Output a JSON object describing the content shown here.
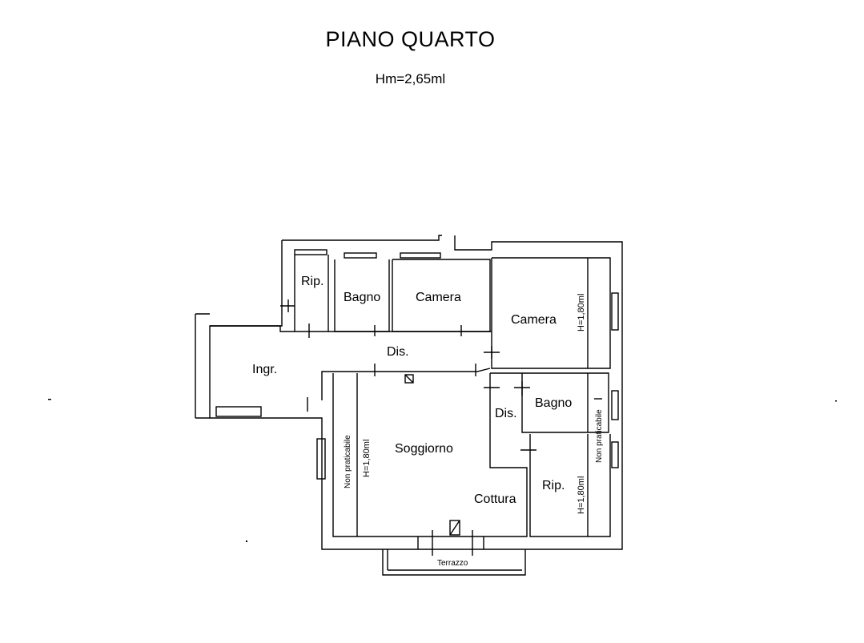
{
  "header": {
    "title": "PIANO QUARTO",
    "subtitle": "Hm=2,65ml"
  },
  "rooms": {
    "rip_top": "Rip.",
    "bagno_top": "Bagno",
    "camera_1": "Camera",
    "camera_2": "Camera",
    "dis_main": "Dis.",
    "ingr": "Ingr.",
    "soggiorno": "Soggiorno",
    "cottura": "Cottura",
    "dis_small": "Dis.",
    "bagno_right": "Bagno",
    "rip_right": "Rip."
  },
  "annotations": {
    "h_camera": "H=1,80ml",
    "h_soggiorno": "H=1,80ml",
    "h_rip": "H=1,80ml",
    "non_praticabile_left": "Non praticabile",
    "non_praticabile_right": "Non praticabile",
    "terrazzo": "Terrazzo"
  }
}
